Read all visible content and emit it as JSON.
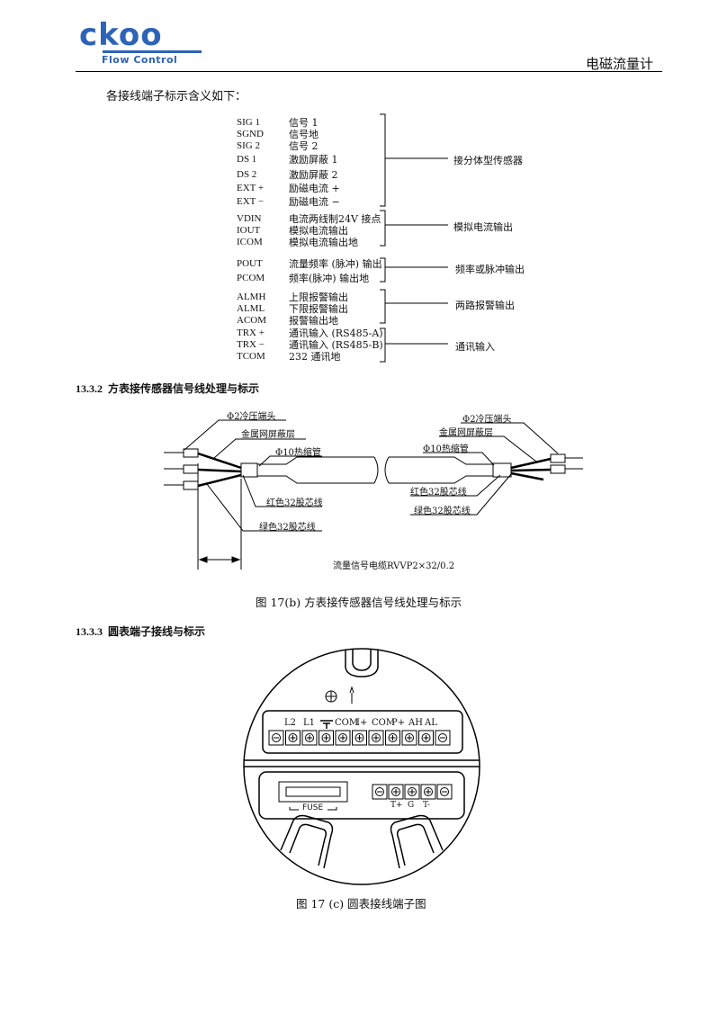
{
  "header": {
    "logo_main": "ckoo",
    "logo_sub": "Flow Control",
    "title": "电磁流量计"
  },
  "intro": "各接线端子标示含义如下：",
  "terminal_groups": [
    {
      "label": "接分体型传感器",
      "rows": [
        {
          "code": "SIG  1",
          "desc": "信号 1"
        },
        {
          "code": "SGND",
          "desc": "信号地"
        },
        {
          "code": "SIG  2",
          "desc": "信号 2"
        },
        {
          "code": "DS    1",
          "desc": "激励屏蔽 1"
        },
        {
          "code": "DS    2",
          "desc": "激励屏蔽 2"
        },
        {
          "code": "EXT +",
          "desc": "励磁电流 +"
        },
        {
          "code": "EXT −",
          "desc": "励磁电流 −"
        }
      ]
    },
    {
      "label": "模拟电流输出",
      "rows": [
        {
          "code": "VDIN",
          "desc": "电流两线制24V 接点"
        },
        {
          "code": "IOUT",
          "desc": "模拟电流输出"
        },
        {
          "code": "ICOM",
          "desc": "模拟电流输出地"
        }
      ]
    },
    {
      "label": "频率或脉冲输出",
      "rows": [
        {
          "code": "POUT",
          "desc": "流量频率 (脉冲) 输出"
        },
        {
          "code": "PCOM",
          "desc": "频率(脉冲) 输出地"
        }
      ]
    },
    {
      "label": "两路报警输出",
      "rows": [
        {
          "code": "ALMH",
          "desc": "上限报警输出"
        },
        {
          "code": "ALML",
          "desc": "下限报警输出"
        },
        {
          "code": "ACOM",
          "desc": "报警输出地"
        }
      ]
    },
    {
      "label": "通讯输入",
      "rows": [
        {
          "code": "TRX +",
          "desc": "通讯输入 (RS485-A)"
        },
        {
          "code": "TRX −",
          "desc": "通讯输入 (RS485-B)"
        },
        {
          "code": "TCOM",
          "desc": "232 通讯地"
        }
      ]
    }
  ],
  "section_b": {
    "number": "13.3.2",
    "title": "方表接传感器信号线处理与标示"
  },
  "cable": {
    "left_terminal": "Φ2冷压端头",
    "left_shield": "金属网屏蔽层",
    "left_sleeve": "Φ10热缩管",
    "left_red": "红色32股芯线",
    "left_green": "绿色32股芯线",
    "right_terminal": "Φ2冷压端头",
    "right_shield": "金属网屏蔽层",
    "right_sleeve": "Φ10热缩管",
    "right_red": "红色32股芯线",
    "right_green": "绿色32股芯线",
    "cable_spec": "流量信号电缆RVVP2×32/0.2"
  },
  "caption_b": "图 17(b)  方表接传感器信号线处理与标示",
  "section_c": {
    "number": "13.3.3",
    "title": "圆表端子接线与标示"
  },
  "round_meter": {
    "top_labels": [
      "L2",
      "L1",
      "COM",
      "I+",
      "COM",
      "P+",
      "AH",
      "AL"
    ],
    "fuse_label": "FUSE",
    "bottom_labels": [
      "T+",
      "G",
      "T-"
    ]
  },
  "caption_c": "图 17 (c)  圆表接线端子图"
}
